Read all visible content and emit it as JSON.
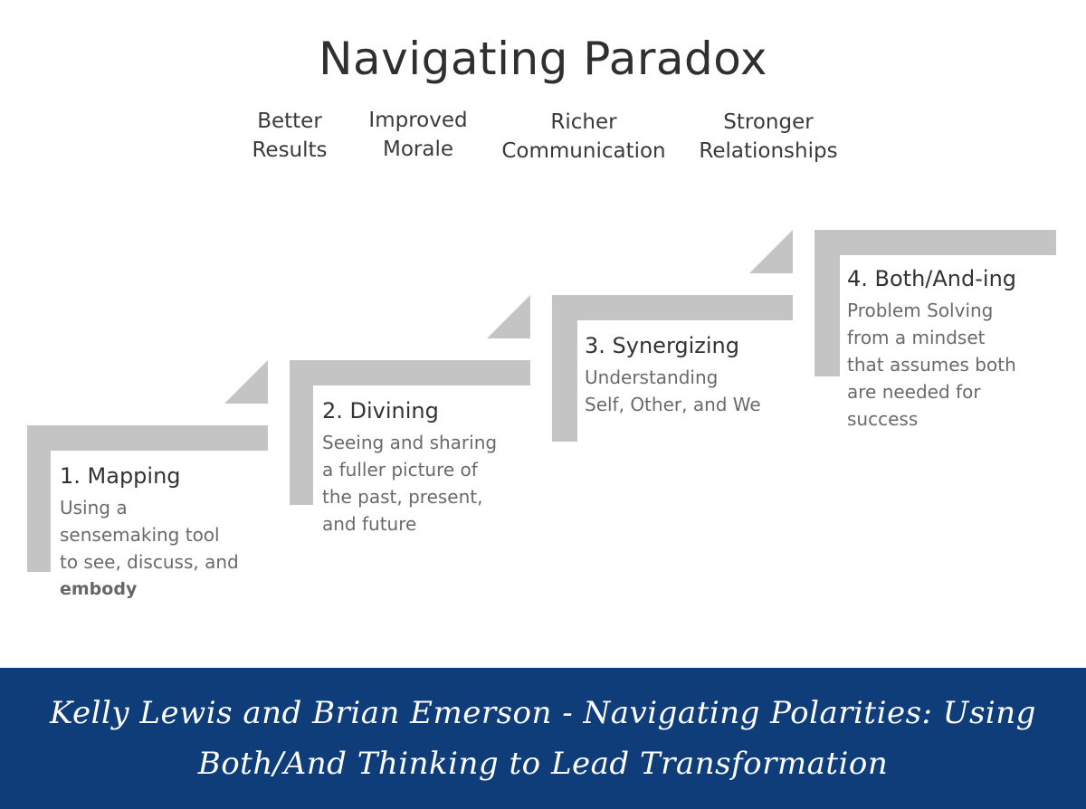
{
  "title": "Navigating Paradox",
  "outcomes": [
    {
      "line1": "Better",
      "line2": "Results"
    },
    {
      "line1": "Improved",
      "line2": "Morale"
    },
    {
      "line1": "Richer",
      "line2": "Communication"
    },
    {
      "line1": "Stronger",
      "line2": "Relationships"
    }
  ],
  "steps": [
    {
      "title": "1. Mapping",
      "desc": [
        "Using a",
        "sensemaking tool",
        "to see, discuss, and"
      ],
      "extra": "embody"
    },
    {
      "title": "2. Divining",
      "desc": [
        "Seeing and sharing",
        "a fuller picture of",
        "the past, present,",
        "and future"
      ]
    },
    {
      "title": "3. Synergizing",
      "desc": [
        "Understanding",
        "Self, Other, and We"
      ]
    },
    {
      "title": "4. Both/And-ing",
      "desc": [
        "Problem Solving",
        "from a mindset",
        "that assumes both",
        "are needed for",
        "success"
      ]
    }
  ],
  "banner": {
    "line1": "Kelly Lewis and Brian Emerson -  Navigating Polarities: Using",
    "line2": "Both/And Thinking to Lead Transformation"
  },
  "colors": {
    "shape": "#c4c4c4",
    "banner": "#0e3d7a"
  }
}
